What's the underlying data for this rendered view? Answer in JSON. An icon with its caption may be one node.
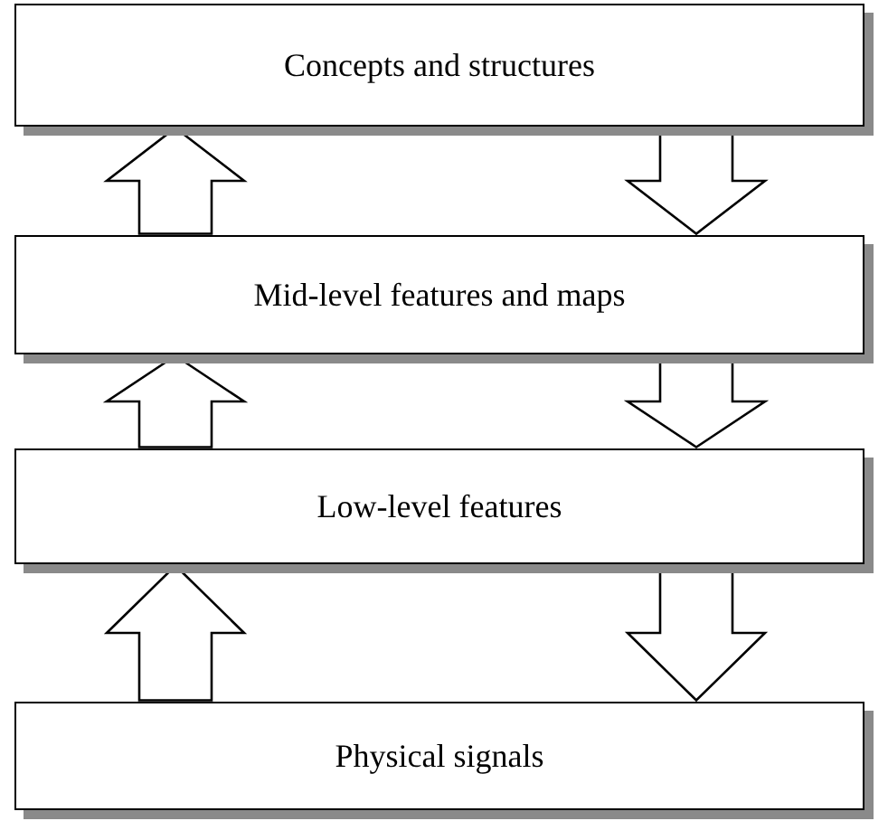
{
  "diagram": {
    "nodes": [
      {
        "text": [
          "Concepts and structures"
        ]
      },
      {
        "text": [
          "Mid-level features and maps"
        ]
      },
      {
        "text": [
          "Low-level features"
        ]
      },
      {
        "text": [
          "Physical signals"
        ]
      }
    ],
    "edges": [
      {
        "from": 1,
        "to": 0,
        "arrow": "to"
      },
      {
        "from": 0,
        "to": 1,
        "arrow": "to"
      },
      {
        "from": 2,
        "to": 1,
        "arrow": "to"
      },
      {
        "from": 1,
        "to": 2,
        "arrow": "to"
      },
      {
        "from": 3,
        "to": 2,
        "arrow": "to"
      },
      {
        "from": 2,
        "to": 3,
        "arrow": "to"
      }
    ]
  }
}
